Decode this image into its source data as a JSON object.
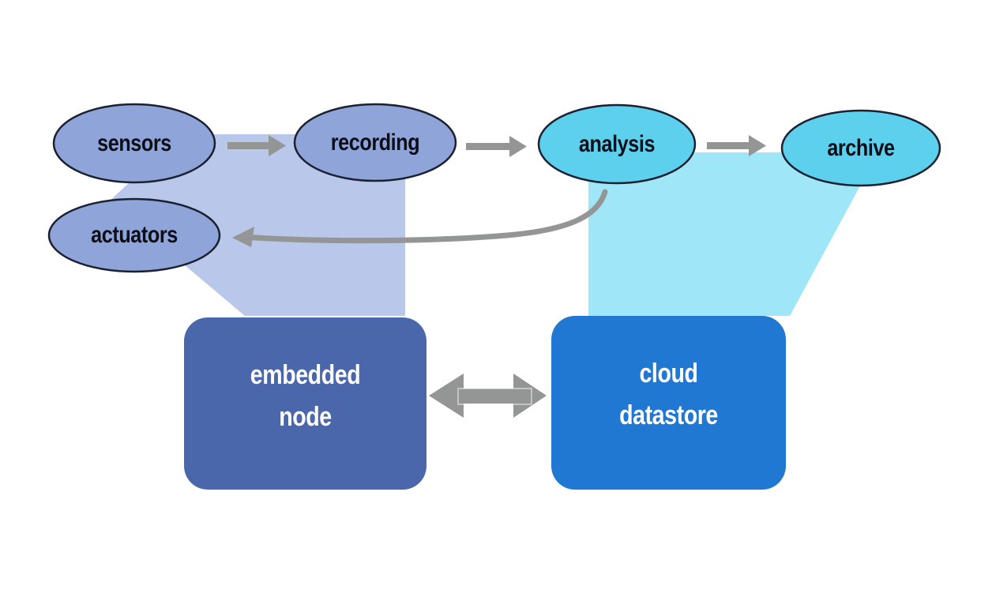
{
  "diagram": {
    "nodes": {
      "sensors": {
        "label": "sensors"
      },
      "recording": {
        "label": "recording"
      },
      "analysis": {
        "label": "analysis"
      },
      "archive": {
        "label": "archive"
      },
      "actuators": {
        "label": "actuators"
      },
      "embedded_node": {
        "line1": "embedded",
        "line2": "node"
      },
      "cloud_datastore": {
        "line1": "cloud",
        "line2": "datastore"
      }
    },
    "edges": [
      {
        "from": "sensors",
        "to": "recording",
        "style": "arrow"
      },
      {
        "from": "recording",
        "to": "analysis",
        "style": "arrow"
      },
      {
        "from": "analysis",
        "to": "archive",
        "style": "arrow"
      },
      {
        "from": "analysis",
        "to": "actuators",
        "style": "curved-arrow"
      },
      {
        "from": "embedded_node",
        "to": "cloud_datastore",
        "style": "double-arrow"
      },
      {
        "from": "sensors+actuators+recording",
        "to": "embedded_node",
        "style": "funnel"
      },
      {
        "from": "analysis+archive",
        "to": "cloud_datastore",
        "style": "funnel"
      }
    ],
    "colors": {
      "ellipse_periwinkle": "#8fa5d9",
      "funnel_periwinkle": "#b8c7ea",
      "ellipse_cyan": "#5dd0ee",
      "funnel_cyan": "#9fe6f8",
      "embedded_box": "#4a67ab",
      "cloud_box": "#2178d3",
      "arrow_gray": "#939695",
      "ellipse_stroke": "#1c2130"
    }
  }
}
